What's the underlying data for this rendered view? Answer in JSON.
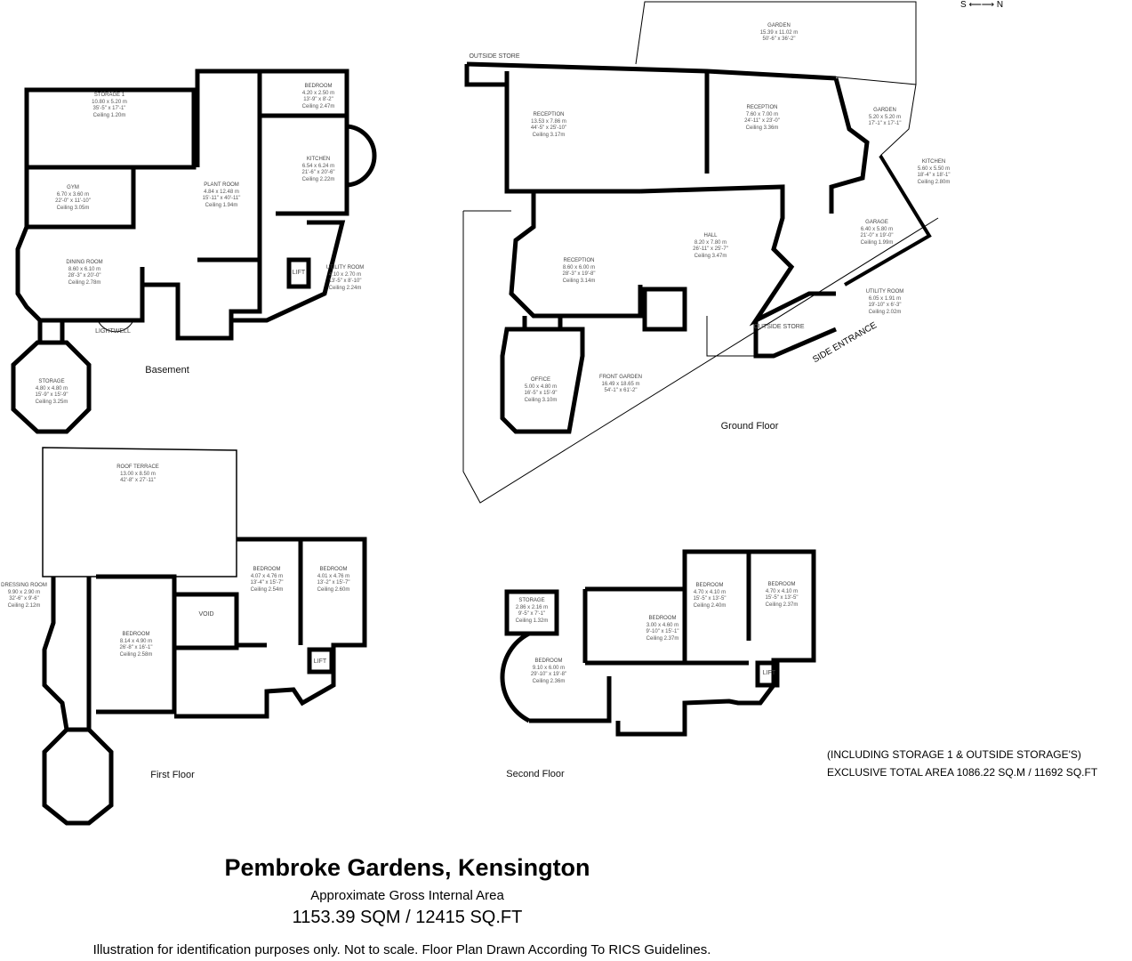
{
  "compass": {
    "south": "S",
    "north": "N"
  },
  "floors": {
    "basement": {
      "title": "Basement",
      "rooms": [
        {
          "name": "STORAGE 1",
          "metric": "10.80 x 5.20 m",
          "imperial": "35'-5\" x 17'-1\"",
          "ceiling": "Ceiling 1.20m"
        },
        {
          "name": "BEDROOM",
          "metric": "4.20 x 2.50 m",
          "imperial": "13'-9\" x 8'-2\"",
          "ceiling": "Ceiling 2.47m"
        },
        {
          "name": "KITCHEN",
          "metric": "6.54 x 6.24 m",
          "imperial": "21'-6\" x 20'-6\"",
          "ceiling": "Ceiling 2.22m"
        },
        {
          "name": "GYM",
          "metric": "6.70 x 3.60 m",
          "imperial": "22'-0\" x 11'-10\"",
          "ceiling": "Ceiling 3.05m"
        },
        {
          "name": "PLANT ROOM",
          "metric": "4.84 x 12.48 m",
          "imperial": "15'-11\" x 40'-11\"",
          "ceiling": "Ceiling 1.94m"
        },
        {
          "name": "DINING ROOM",
          "metric": "8.60 x 6.10 m",
          "imperial": "28'-3\" x 20'-0\"",
          "ceiling": "Ceiling 2.78m"
        },
        {
          "name": "UTILITY ROOM",
          "metric": "4.10 x 2.70 m",
          "imperial": "13'-5\" x 8'-10\"",
          "ceiling": "Ceiling 2.24m"
        },
        {
          "name": "STORAGE",
          "metric": "4.80 x 4.80 m",
          "imperial": "15'-9\" x 15'-9\"",
          "ceiling": "Ceiling 3.25m"
        }
      ],
      "labels": {
        "lift": "LIFT",
        "lightwell": "LIGHTWELL"
      }
    },
    "ground": {
      "title": "Ground Floor",
      "rooms": [
        {
          "name": "GARDEN",
          "metric": "15.39 x 11.02 m",
          "imperial": "50'-6\" x 36'-2\""
        },
        {
          "name": "RECEPTION",
          "metric": "13.53 x 7.86 m",
          "imperial": "44'-5\" x 25'-10\"",
          "ceiling": "Ceiling 3.17m"
        },
        {
          "name": "RECEPTION",
          "metric": "7.60 x 7.00 m",
          "imperial": "24'-11\" x 23'-0\"",
          "ceiling": "Ceiling 3.36m"
        },
        {
          "name": "GARDEN",
          "metric": "5.20 x 5.20 m",
          "imperial": "17'-1\" x 17'-1\""
        },
        {
          "name": "KITCHEN",
          "metric": "5.60 x 5.50 m",
          "imperial": "18'-4\" x 18'-1\"",
          "ceiling": "Ceiling 2.80m"
        },
        {
          "name": "HALL",
          "metric": "8.20 x 7.80 m",
          "imperial": "26'-11\" x 25'-7\"",
          "ceiling": "Ceiling 3.47m"
        },
        {
          "name": "GARAGE",
          "metric": "6.40 x 5.80 m",
          "imperial": "21'-0\" x 19'-0\"",
          "ceiling": "Ceiling 1.99m"
        },
        {
          "name": "RECEPTION",
          "metric": "8.60 x 6.00 m",
          "imperial": "28'-3\" x 19'-8\"",
          "ceiling": "Ceiling 3.14m"
        },
        {
          "name": "UTILITY ROOM",
          "metric": "6.05 x 1.91 m",
          "imperial": "19'-10\" x 6'-3\"",
          "ceiling": "Ceiling 2.02m"
        },
        {
          "name": "FRONT GARDEN",
          "metric": "16.49 x 18.65 m",
          "imperial": "54'-1\" x 61'-2\""
        },
        {
          "name": "OFFICE",
          "metric": "5.00 x 4.80 m",
          "imperial": "16'-5\" x 15'-9\"",
          "ceiling": "Ceiling 3.10m"
        }
      ],
      "labels": {
        "outside_store_1": "OUTSIDE STORE",
        "outside_store_2": "OUTSIDE STORE",
        "side_entrance": "SIDE ENTRANCE"
      }
    },
    "first": {
      "title": "First Floor",
      "rooms": [
        {
          "name": "ROOF TERRACE",
          "metric": "13.00 x 8.50 m",
          "imperial": "42'-8\" x 27'-11\""
        },
        {
          "name": "BEDROOM",
          "metric": "4.07 x 4.76 m",
          "imperial": "13'-4\" x 15'-7\"",
          "ceiling": "Ceiling 2.54m"
        },
        {
          "name": "BEDROOM",
          "metric": "4.01 x 4.76 m",
          "imperial": "13'-2\" x 15'-7\"",
          "ceiling": "Ceiling 2.60m"
        },
        {
          "name": "DRESSING ROOM",
          "metric": "9.90 x 2.90 m",
          "imperial": "32'-6\" x 9'-6\"",
          "ceiling": "Ceiling 2.12m"
        },
        {
          "name": "BEDROOM",
          "metric": "8.14 x 4.90 m",
          "imperial": "26'-8\" x 16'-1\"",
          "ceiling": "Ceiling 2.58m"
        }
      ],
      "labels": {
        "void": "VOID",
        "lift": "LIFT"
      }
    },
    "second": {
      "title": "Second Floor",
      "rooms": [
        {
          "name": "STORAGE",
          "metric": "2.86 x 2.16 m",
          "imperial": "9'-5\" x 7'-1\"",
          "ceiling": "Ceiling 1.32m"
        },
        {
          "name": "BEDROOM",
          "metric": "4.70 x 4.10 m",
          "imperial": "15'-5\" x 13'-5\"",
          "ceiling": "Ceiling 2.40m"
        },
        {
          "name": "BEDROOM",
          "metric": "4.70 x 4.10 m",
          "imperial": "15'-5\" x 13'-5\"",
          "ceiling": "Ceiling 2.37m"
        },
        {
          "name": "BEDROOM",
          "metric": "3.00 x 4.60 m",
          "imperial": "9'-10\" x 15'-1\"",
          "ceiling": "Ceiling 2.37m"
        },
        {
          "name": "BEDROOM",
          "metric": "9.10 x 6.00 m",
          "imperial": "29'-10\" x 19'-8\"",
          "ceiling": "Ceiling 2.36m"
        }
      ],
      "labels": {
        "lift": "LIFT"
      }
    }
  },
  "notes": {
    "line1": "(INCLUDING  STORAGE 1 & OUTSIDE STORAGE'S)",
    "line2": "EXCLUSIVE TOTAL AREA 1086.22 SQ.M / 11692 SQ.FT"
  },
  "footer": {
    "title": "Pembroke Gardens, Kensington",
    "subtitle": "Approximate Gross Internal Area",
    "area": "1153.39 SQM / 12415 SQ.FT",
    "disclaimer": "Illustration for identification purposes only. Not to scale. Floor Plan Drawn According To RICS Guidelines."
  }
}
